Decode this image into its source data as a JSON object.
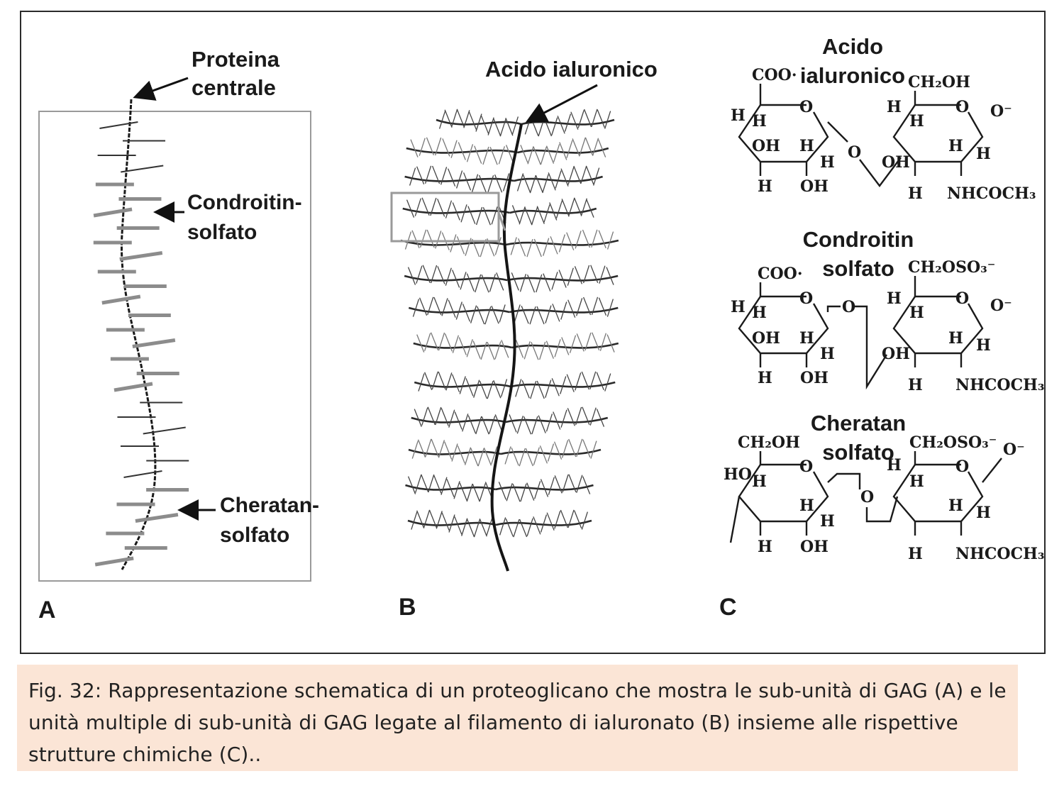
{
  "panel_a": {
    "label": "A",
    "core_protein": "Proteina\ncentrale",
    "chondroitin": "Condroitin-\nsolfato",
    "keratan": "Cheratan-\nsolfato"
  },
  "panel_b": {
    "label": "B",
    "hyaluronic": "Acido ialuronico"
  },
  "panel_c": {
    "label": "C",
    "hyaluronic": "Acido\nialuronico",
    "chondroitin": "Condroitin\nsolfato",
    "keratan": "Cheratan\nsolfato",
    "atoms": {
      "coo": "COO·",
      "ch2oh": "CH₂OH",
      "ch2oso3": "CH₂OSO₃⁻",
      "o_ring": "O",
      "o_minus": "O⁻",
      "oh": "OH",
      "h": "H",
      "ho": "HO",
      "nhcoch3": "NHCOCH₃"
    }
  },
  "caption": "Fig. 32: Rappresentazione schematica di un proteoglicano che mostra le sub-unità di GAG (A) e le unità multiple di sub-unità di GAG legate al filamento di ialuronato (B) insieme alle rispettive strutture chimiche (C).."
}
